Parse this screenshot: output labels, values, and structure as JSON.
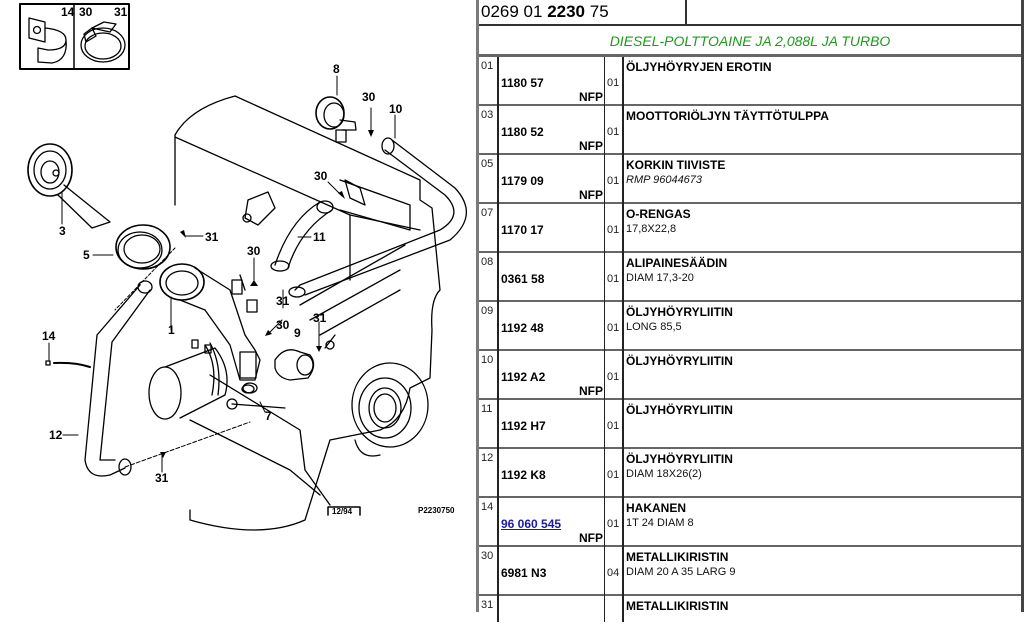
{
  "diagram": {
    "legend_box": [
      "14",
      "30",
      "31"
    ],
    "callouts": [
      "1",
      "3",
      "5",
      "7",
      "8",
      "9",
      "10",
      "11",
      "12",
      "14",
      "30",
      "30",
      "30",
      "30",
      "31",
      "31",
      "31",
      "31"
    ],
    "date_stamp": "12/94",
    "drawing_ref": "P2230750"
  },
  "header": {
    "code_prefix": "0269 01 ",
    "code_bold": "2230",
    "code_suffix": " 75",
    "subtitle": "DIESEL-POLTTOAINE JA 2,088L JA TURBO",
    "subtitle_color": "#1a9c1a"
  },
  "parts": [
    {
      "ref": "01",
      "part_no": "1180 57",
      "nfp": "NFP",
      "qty": "01",
      "name": "ÖLJYHÖYRYJEN EROTIN",
      "desc": "",
      "italic": false,
      "link": false
    },
    {
      "ref": "03",
      "part_no": "1180 52",
      "nfp": "NFP",
      "qty": "01",
      "name": "MOOTTORIÖLJYN TÄYTTÖTULPPA",
      "desc": "",
      "italic": false,
      "link": false
    },
    {
      "ref": "05",
      "part_no": "1179 09",
      "nfp": "NFP",
      "qty": "01",
      "name": "KORKIN TIIVISTE",
      "desc": "RMP 96044673",
      "italic": true,
      "link": false
    },
    {
      "ref": "07",
      "part_no": "1170 17",
      "nfp": "",
      "qty": "01",
      "name": "O-RENGAS",
      "desc": "17,8X22,8",
      "italic": false,
      "link": false
    },
    {
      "ref": "08",
      "part_no": "0361 58",
      "nfp": "",
      "qty": "01",
      "name": "ALIPAINESÄÄDIN",
      "desc": "DIAM 17,3-20",
      "italic": false,
      "link": false
    },
    {
      "ref": "09",
      "part_no": "1192 48",
      "nfp": "",
      "qty": "01",
      "name": "ÖLJYHÖYRYLIITIN",
      "desc": "LONG 85,5",
      "italic": false,
      "link": false
    },
    {
      "ref": "10",
      "part_no": "1192 A2",
      "nfp": "NFP",
      "qty": "01",
      "name": "ÖLJYHÖYRYLIITIN",
      "desc": "",
      "italic": false,
      "link": false
    },
    {
      "ref": "11",
      "part_no": "1192 H7",
      "nfp": "",
      "qty": "01",
      "name": "ÖLJYHÖYRYLIITIN",
      "desc": "",
      "italic": false,
      "link": false
    },
    {
      "ref": "12",
      "part_no": "1192 K8",
      "nfp": "",
      "qty": "01",
      "name": "ÖLJYHÖYRYLIITIN",
      "desc": "DIAM 18X26(2)",
      "italic": false,
      "link": false
    },
    {
      "ref": "14",
      "part_no": "96 060 545",
      "nfp": "NFP",
      "qty": "01",
      "name": "HAKANEN",
      "desc": "1T 24 DIAM 8",
      "italic": false,
      "link": true
    },
    {
      "ref": "30",
      "part_no": "6981 N3",
      "nfp": "",
      "qty": "04",
      "name": "METALLIKIRISTIN",
      "desc": "DIAM 20 A 35 LARG 9",
      "italic": false,
      "link": false
    },
    {
      "ref": "31",
      "part_no": "",
      "nfp": "",
      "qty": "",
      "name": "METALLIKIRISTIN",
      "desc": "",
      "italic": false,
      "link": false
    }
  ]
}
